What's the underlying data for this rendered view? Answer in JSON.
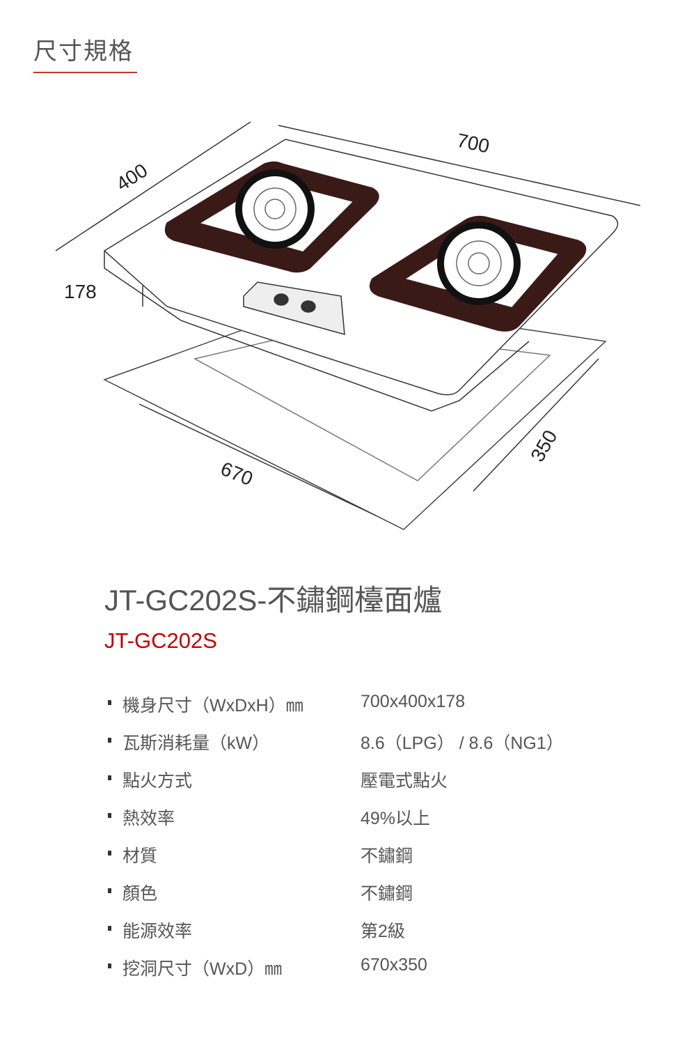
{
  "section_heading": "尺寸規格",
  "accent_color": "#c00000",
  "diagram": {
    "dims": {
      "width": "700",
      "depth": "400",
      "height": "178",
      "cutout_depth": "350",
      "cutout_width": "670"
    }
  },
  "product": {
    "title": "JT-GC202S-不鏽鋼檯面爐",
    "model": "JT-GC202S"
  },
  "specs": [
    {
      "label": "機身尺寸（WxDxH）㎜",
      "value": "700x400x178"
    },
    {
      "label": "瓦斯消耗量（kW）",
      "value": "8.6（LPG） / 8.6（NG1）"
    },
    {
      "label": "點火方式",
      "value": "壓電式點火"
    },
    {
      "label": "熱效率",
      "value": "49%以上"
    },
    {
      "label": "材質",
      "value": "不鏽鋼"
    },
    {
      "label": "顏色",
      "value": "不鏽鋼"
    },
    {
      "label": "能源效率",
      "value": "第2級"
    },
    {
      "label": "挖洞尺寸（WxD）㎜",
      "value": "670x350"
    }
  ]
}
